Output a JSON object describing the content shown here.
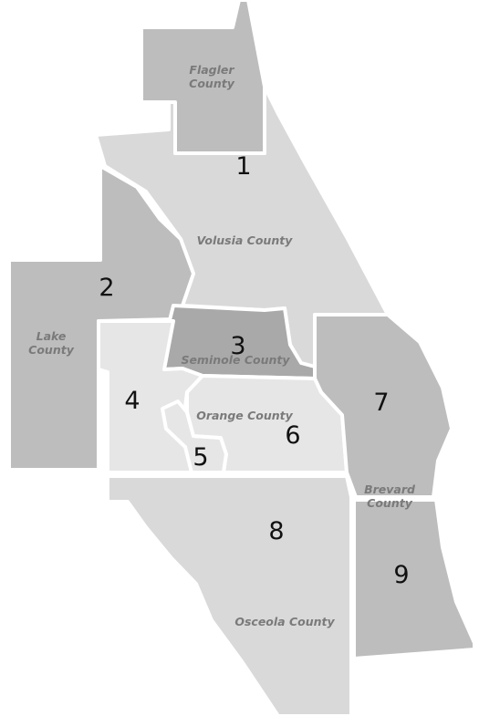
{
  "colors": {
    "background": "#ffffff",
    "border": "#ffffff",
    "dark_region": "#bdbdbd",
    "medium_region": "#cbcbcb",
    "light_region": "#d9d9d9",
    "lightest_region": "#e6e6e6",
    "seminole_region": "#a9a9a9",
    "county_label": "#7a7a7a",
    "district_number": "#111111"
  },
  "county_labels": {
    "flagler_line1": "Flagler",
    "flagler_line2": "County",
    "volusia": "Volusia County",
    "lake_line1": "Lake",
    "lake_line2": "County",
    "seminole": "Seminole County",
    "orange": "Orange County",
    "brevard_line1": "Brevard",
    "brevard_line2": "County",
    "osceola": "Osceola County"
  },
  "districts": {
    "d1": "1",
    "d2": "2",
    "d3": "3",
    "d4": "4",
    "d5": "5",
    "d6": "6",
    "d7": "7",
    "d8": "8",
    "d9": "9"
  }
}
